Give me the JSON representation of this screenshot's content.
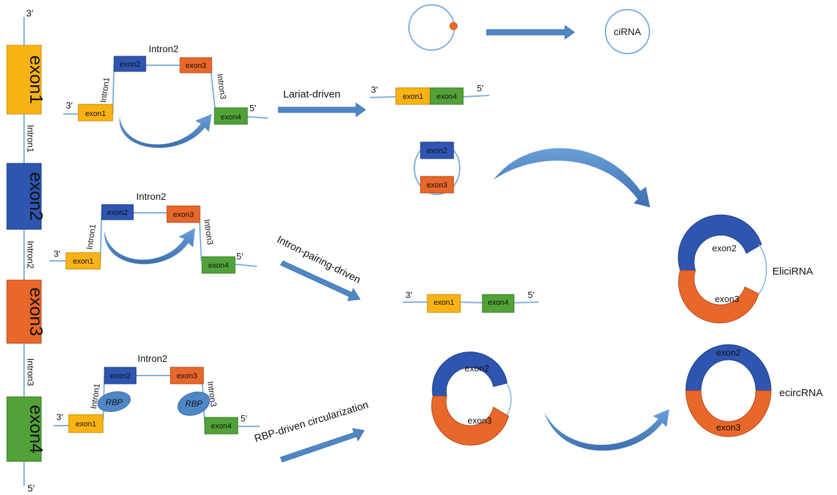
{
  "figure": {
    "gene": {
      "exons": [
        "exon1",
        "exon2",
        "exon3",
        "exon4"
      ],
      "introns": [
        "Intron1",
        "Intron2",
        "Intron3"
      ],
      "top_end": "3′",
      "bottom_end": "5′"
    },
    "colors": {
      "exon1": "#f9b315",
      "exon2": "#2e55b0",
      "exon3": "#e8672a",
      "exon4": "#52a23a",
      "line": "#7fb0dc",
      "arrow": "#4f86c6"
    },
    "lariat": {
      "intron2": "Intron2",
      "intron1": "Intron1",
      "intron3": "Intron3",
      "exon1": "exon1",
      "exon2": "exon2",
      "exon3": "exon3",
      "exon4": "exon4",
      "end3": "3′",
      "end5": "5′",
      "arrow_label": "Lariat-driven",
      "product_end3": "3′",
      "product_end5": "5′",
      "product_exon1": "exon1",
      "product_exon4": "exon4",
      "cirna": "ciRNA"
    },
    "intron_pairing": {
      "intron2": "Intron2",
      "intron1": "Intron1",
      "intron3": "Intron3",
      "exon1": "exon1",
      "exon2": "exon2",
      "exon3": "exon3",
      "exon4": "exon4",
      "end3": "3′",
      "end5": "5′",
      "arrow_label": "Intron-pairing-driven",
      "product_end3": "3′",
      "product_end5": "5′",
      "product_exon1": "exon1",
      "product_exon4": "exon4",
      "loop_exon2": "exon2",
      "loop_exon3": "exon3"
    },
    "rbp": {
      "intron2": "Intron2",
      "intron1": "Intron1",
      "intron3": "Intron3",
      "exon1": "exon1",
      "exon2": "exon2",
      "exon3": "exon3",
      "exon4": "exon4",
      "rbp_left": "RBP",
      "rbp_right": "RBP",
      "end3": "3′",
      "end5": "5′",
      "arrow_label": "RBP-driven circularization",
      "ring_exon2": "exon2",
      "ring_exon3": "exon3"
    },
    "elicirna": {
      "exon2": "exon2",
      "exon3": "exon3",
      "label": "EliciRNA"
    },
    "ecircrna": {
      "exon2": "exon2",
      "exon3": "exon3",
      "label": "ecircRNA"
    }
  }
}
